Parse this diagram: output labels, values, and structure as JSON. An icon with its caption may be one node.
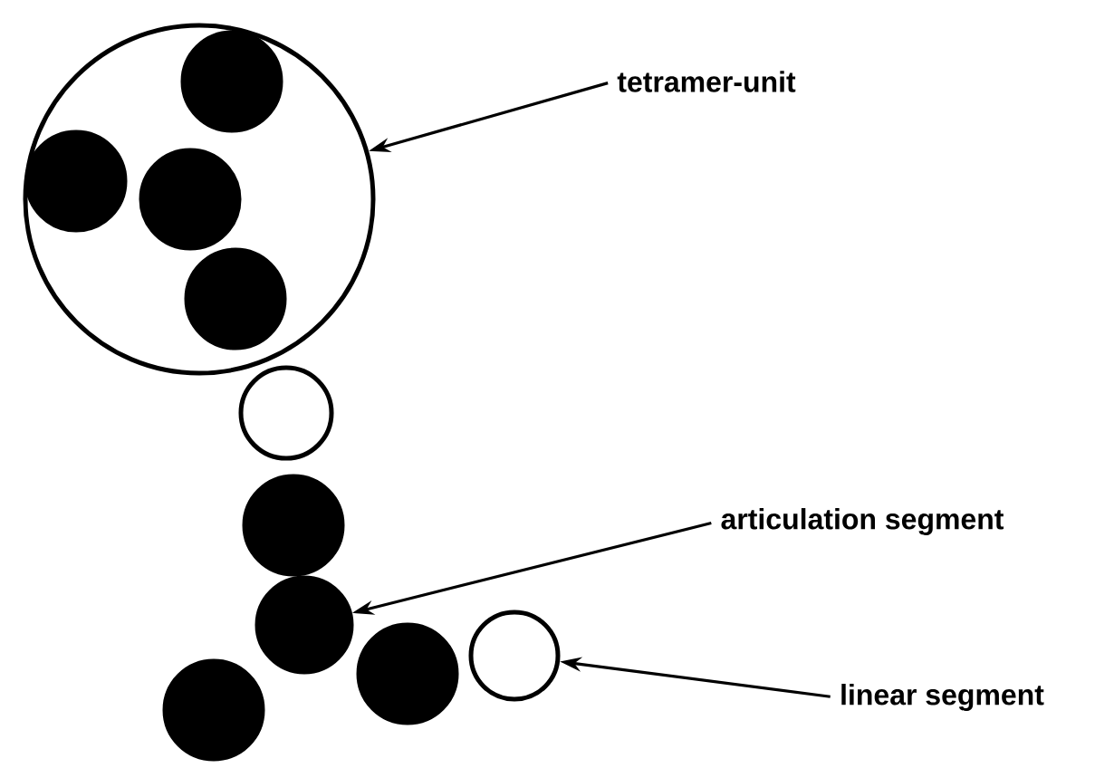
{
  "diagram": {
    "nodes": [
      {
        "text": [
          "tetramer-unit"
        ]
      },
      {
        "text": [],
        "shape": "circle"
      },
      {
        "text": [
          "articulation segment"
        ]
      },
      {
        "text": [],
        "shape": "circle"
      },
      {
        "text": [
          "linear segment"
        ]
      },
      {
        "text": [],
        "shape": "circle"
      }
    ],
    "edges": [
      {
        "from": 0,
        "to": 1,
        "arrow": "to"
      },
      {
        "from": 2,
        "to": 3,
        "arrow": "to"
      },
      {
        "from": 4,
        "to": 5,
        "arrow": "to"
      }
    ]
  }
}
